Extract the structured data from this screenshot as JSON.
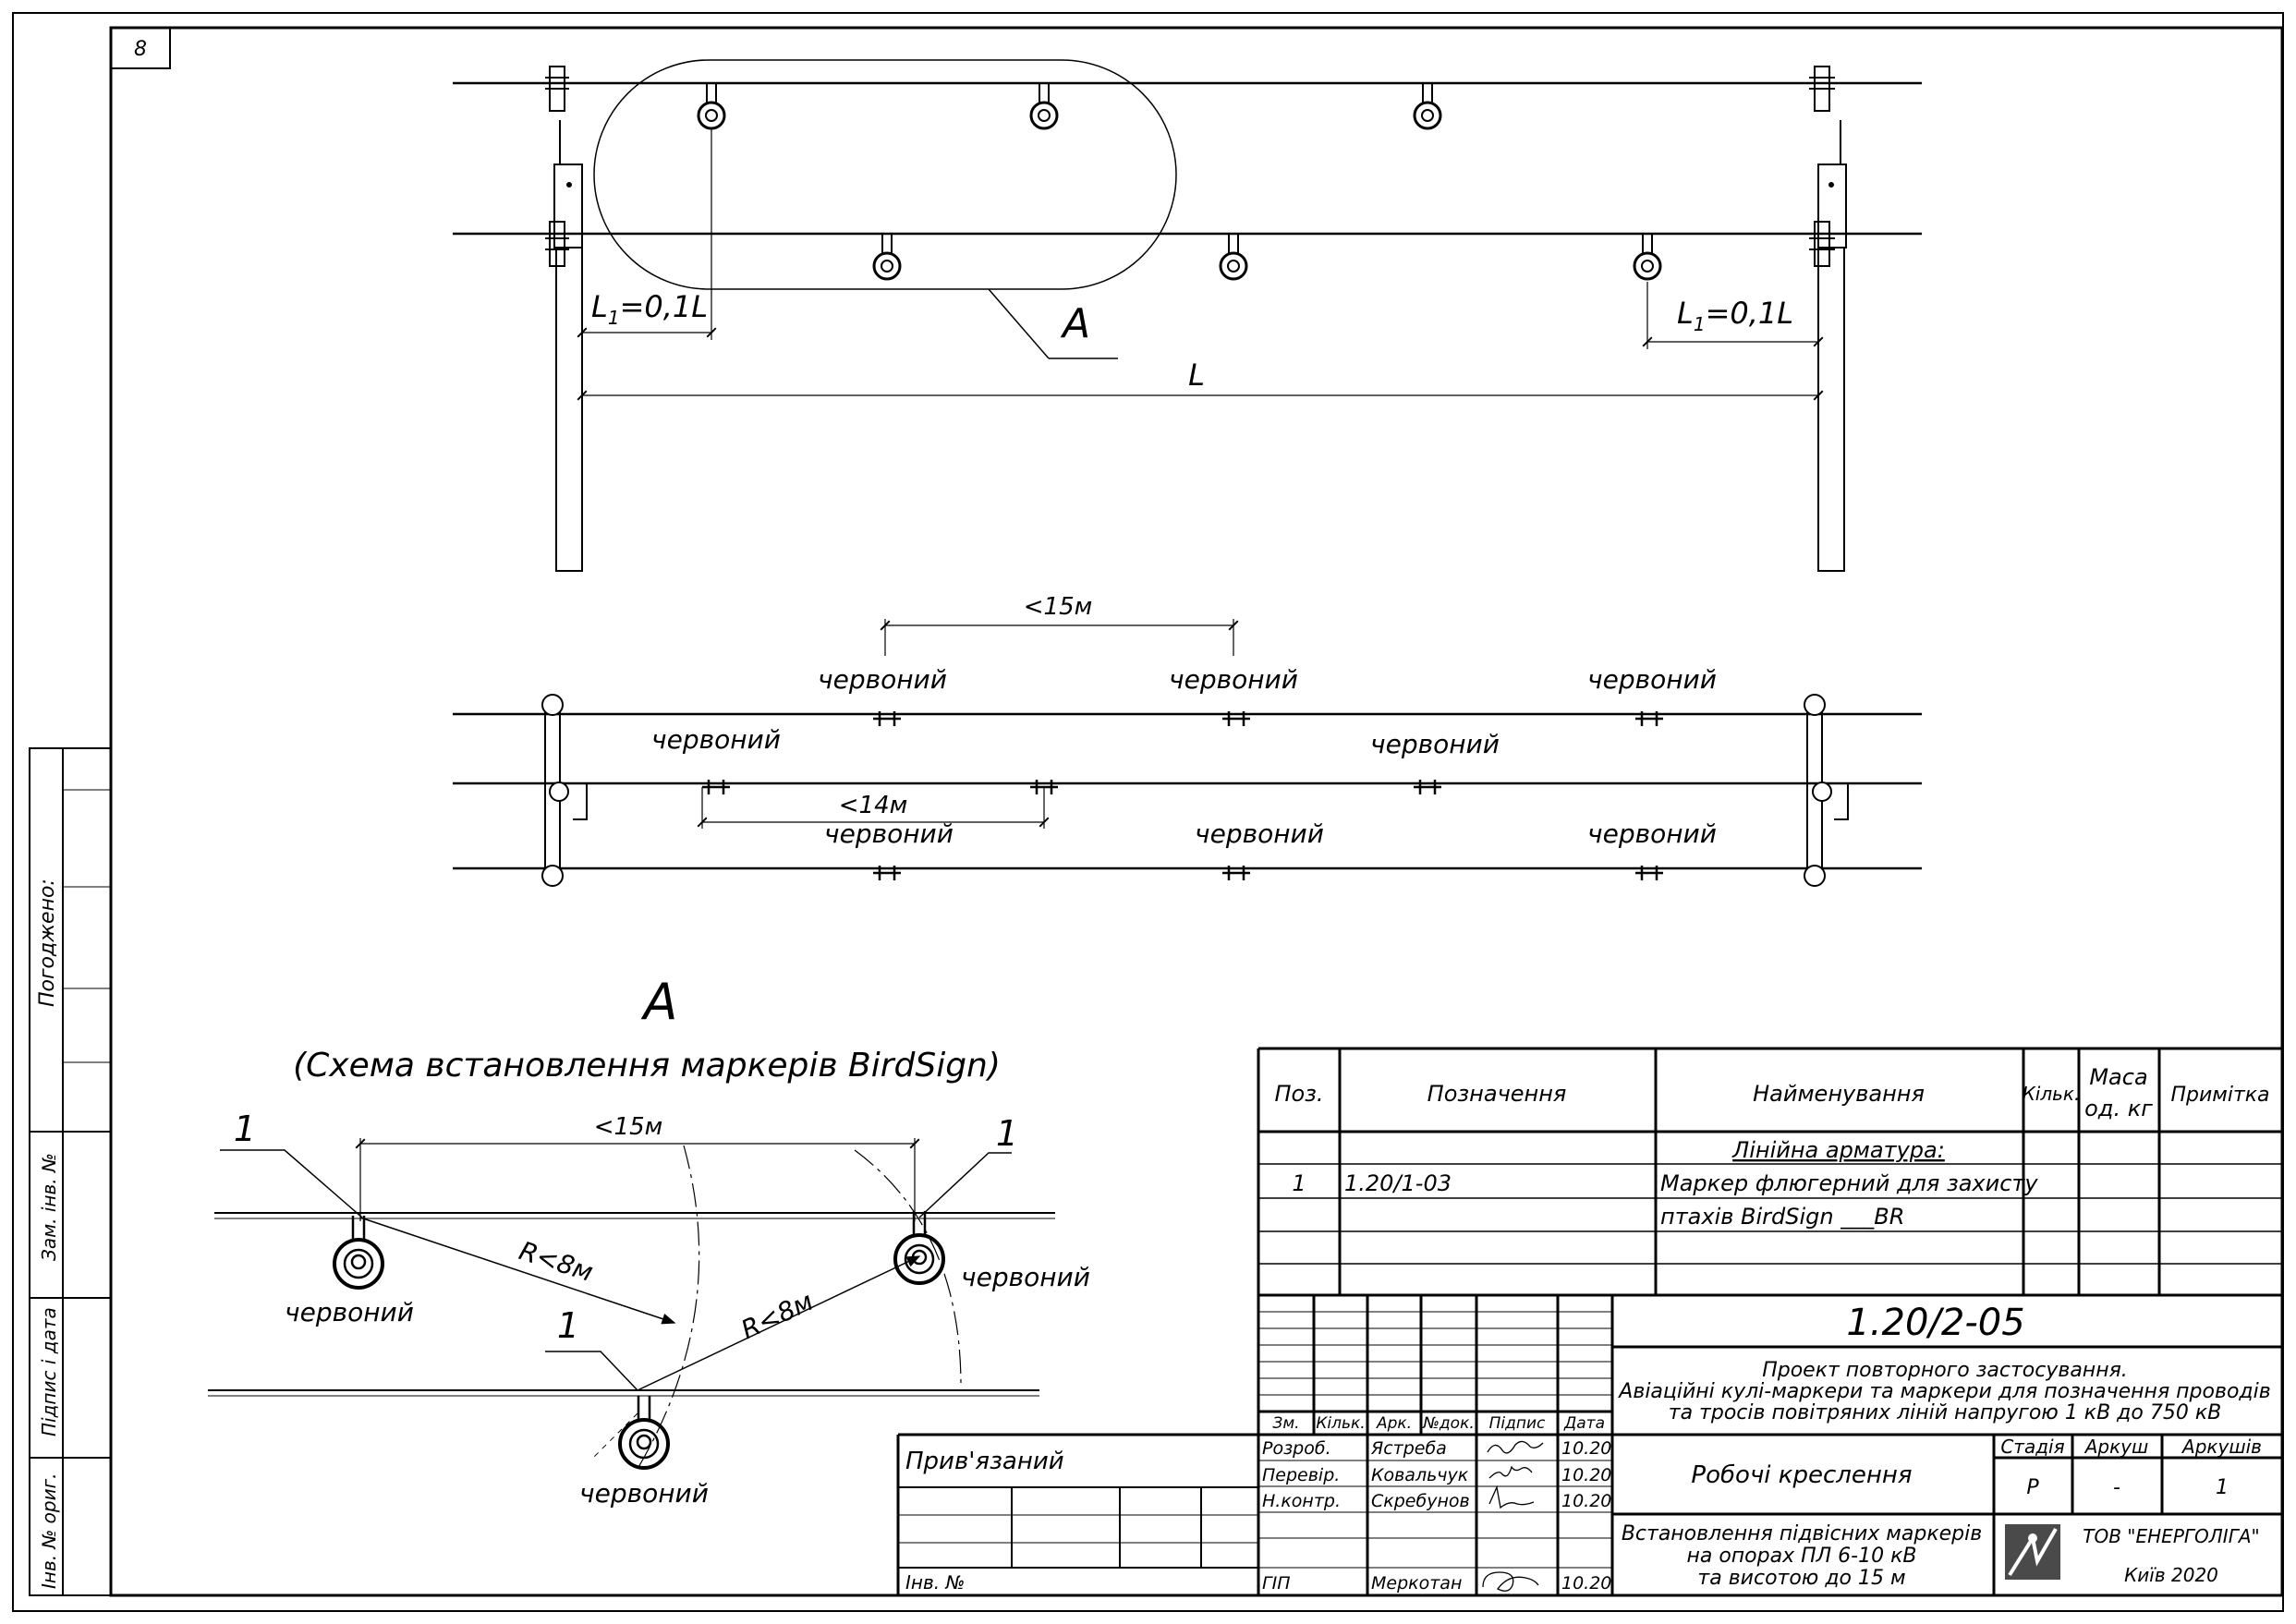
{
  "sheet_number": "8",
  "view_a": {
    "callout_letter": "A",
    "l1_left": "L",
    "l1_left_sub": "1",
    "l1_left_rest": "=0,1L",
    "l1_right": "L",
    "l1_right_sub": "1",
    "l1_right_rest": "=0,1L",
    "span_label": "L"
  },
  "plan_view": {
    "dist_top": "<15м",
    "dist_mid": "<14м",
    "top_labels": [
      "червоний",
      "червоний",
      "червоний"
    ],
    "mid_labels": [
      "червоний",
      "червоний"
    ],
    "bottom_labels": [
      "червоний",
      "червоний",
      "червоний"
    ]
  },
  "detail_a": {
    "title_letter": "A",
    "subtitle": "(Схема встановлення маркерів BirdSign)",
    "dist": "<15м",
    "radius_1": "R<8м",
    "radius_2": "R<8м",
    "pos_left": "1",
    "pos_right": "1",
    "pos_bottom": "1",
    "color_left": "червоний",
    "color_right": "червоний",
    "color_bottom": "червоний"
  },
  "side_stamp": {
    "agreed": "Погоджено:",
    "replaced_inv": "Зам. інв. №",
    "sign_date": "Підпис і дата",
    "orig_inv": "Інв. № ориг."
  },
  "spec_table": {
    "headers": {
      "pos": "Поз.",
      "designation": "Позначення",
      "name": "Найменування",
      "qty": "Кільк.",
      "mass_1": "Маса",
      "mass_2": "од. кг",
      "note": "Примітка"
    },
    "group_title": "Лінійна арматура:",
    "row_pos": "1",
    "row_designation": "1.20/1-03",
    "row_name_1": "Маркер флюгерний для захисту",
    "row_name_2": "птахів BirdSign ___BR"
  },
  "title_block": {
    "doc_code": "1.20/2-05",
    "project_1": "Проект повторного застосування.",
    "project_2": "Авіаційні кулі-маркери та маркери для позначення проводів",
    "project_3": "та тросів повітряних ліній напругою 1 кВ до 750 кВ",
    "col_zm": "Зм.",
    "col_kilk": "Кільк.",
    "col_ark": "Арк.",
    "col_ndok": "№док.",
    "col_pidpys": "Підпис",
    "col_data": "Дата",
    "roles": [
      "Розроб.",
      "Перевір.",
      "Н.контр.",
      "ГІП"
    ],
    "names": [
      "Ястреба",
      "Ковальчук",
      "Скребунов",
      "Меркотан"
    ],
    "dates": [
      "10.20",
      "10.20",
      "10.20",
      "10.20"
    ],
    "stage_title": "Робочі креслення",
    "stage_hdr": "Стадія",
    "sheet_hdr": "Аркуш",
    "sheets_hdr": "Аркушів",
    "stage": "Р",
    "sheet": "-",
    "sheets": "1",
    "drawing_title_1": "Встановлення підвісних маркерів",
    "drawing_title_2": "на опорах ПЛ 6-10 кВ",
    "drawing_title_3": "та висотою до 15 м",
    "company": "ТОВ \"ЕНЕРГОЛІГА\"",
    "city_year": "Київ 2020",
    "bound": "Прив'язаний",
    "inv_no": "Інв. №"
  }
}
